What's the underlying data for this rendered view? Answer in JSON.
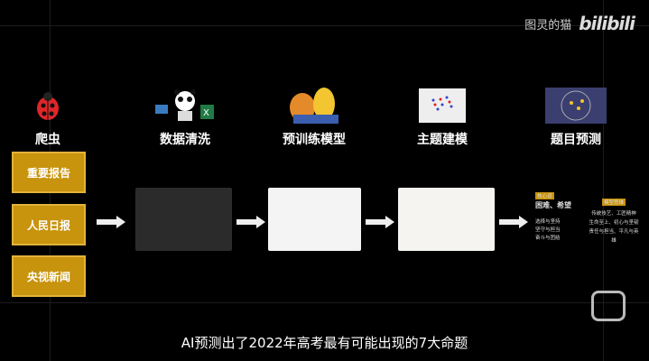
{
  "watermark": {
    "channel": "图灵的猫",
    "logo": "bilibili"
  },
  "steps": [
    {
      "label": "爬虫",
      "icon": "ladybug-icon"
    },
    {
      "label": "数据清洗",
      "icon": "panda-excel-icon"
    },
    {
      "label": "预训练模型",
      "icon": "bert-ernie-icon"
    },
    {
      "label": "主题建模",
      "icon": "scatter-3d-icon"
    },
    {
      "label": "题目预测",
      "icon": "cluster-plot-icon"
    }
  ],
  "sources": [
    "重要报告",
    "人民日报",
    "央视新闻"
  ],
  "result": {
    "keyword_title": "核心词",
    "keywords": "困难、希望",
    "left_items": [
      "选择与坚持",
      "坚守与担当",
      "奋斗与团结"
    ],
    "model_title": "模型思维",
    "right_items": [
      "传统技艺、工匠精神",
      "生命至上、初心与坚韧",
      "责任与担当、平凡与英雄"
    ]
  },
  "subtitle": "AI预测出了2022年高考最有可能出现的7大命题",
  "colors": {
    "gold": "#c8930d",
    "background": "#000000"
  }
}
